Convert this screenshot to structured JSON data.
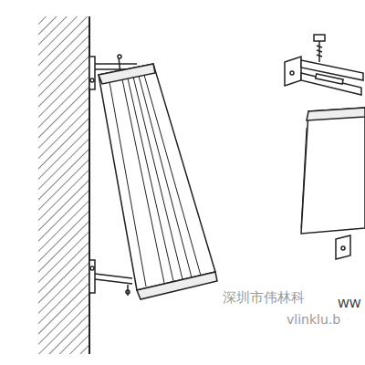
{
  "diagram": {
    "labels": [
      "深圳市伟林科",
      "WW",
      "vlinklu.b"
    ]
  }
}
